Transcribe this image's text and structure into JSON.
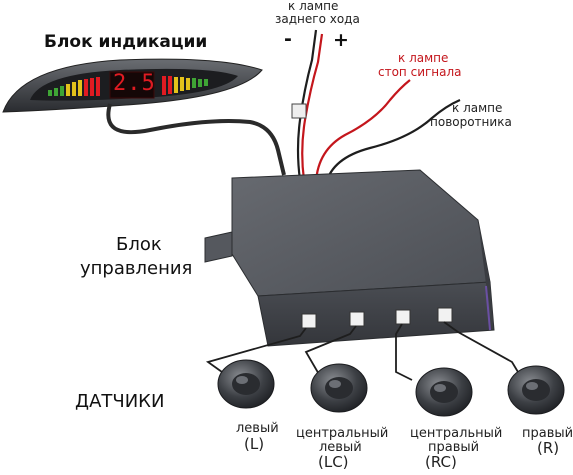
{
  "display_unit": {
    "title": "Блок индикации",
    "readout": "2.5"
  },
  "control_unit": {
    "label_line1": "Блок",
    "label_line2": "управления"
  },
  "sensors_label": "ДАТЧИКИ",
  "wires": {
    "reverse_lamp_line1": "к лампе",
    "reverse_lamp_line2": "заднего хода",
    "minus": "-",
    "plus": "+",
    "brake_lamp_line1": "к лампе",
    "brake_lamp_line2": "стоп сигнала",
    "turn_lamp_line1": "к лампе",
    "turn_lamp_line2": "поворотника"
  },
  "sensors": [
    {
      "name_line1": "левый",
      "name_line2": "",
      "code": "(L)"
    },
    {
      "name_line1": "центральный",
      "name_line2": "левый",
      "code": "(LC)"
    },
    {
      "name_line1": "центральный",
      "name_line2": "правый",
      "code": "(RC)"
    },
    {
      "name_line1": "правый",
      "name_line2": "",
      "code": "(R)"
    }
  ],
  "colors": {
    "housing": "#4a4d52",
    "housing_top": "#5a5d63",
    "display_red": "#e01b22",
    "brake_wire": "#c4161c",
    "accent_purple": "#6a4fa3"
  }
}
